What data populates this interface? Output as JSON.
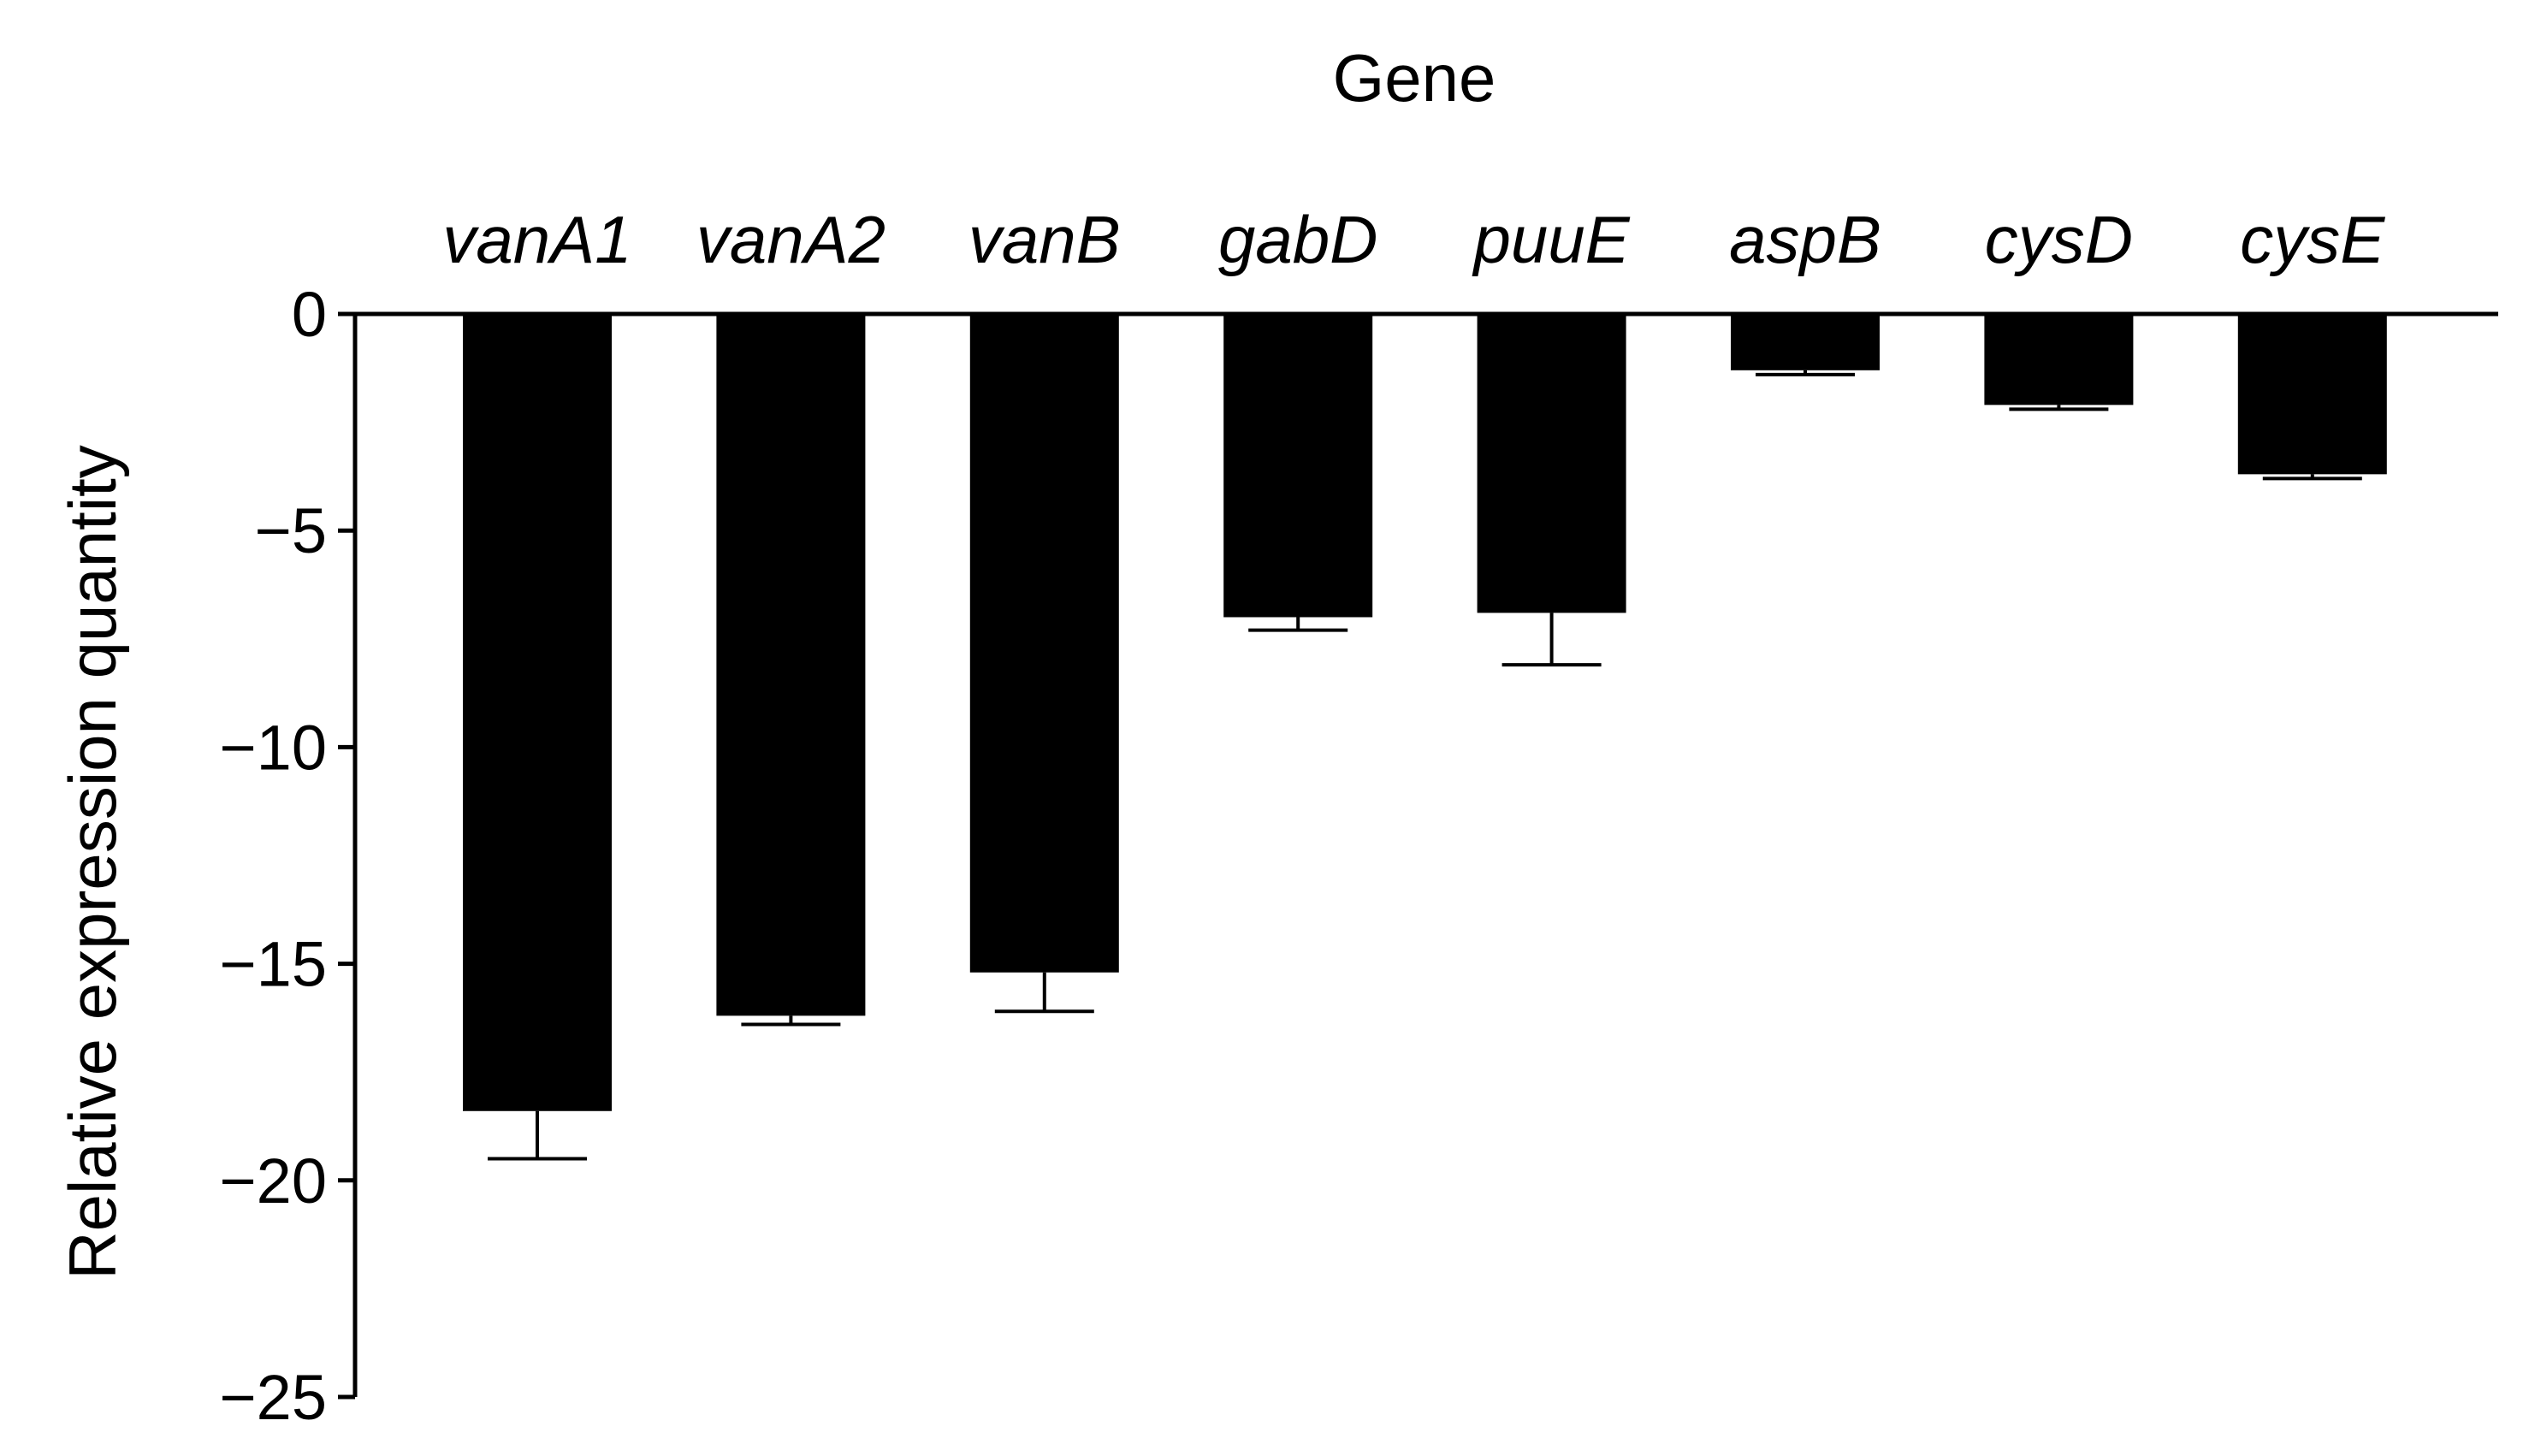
{
  "chart_data": {
    "type": "bar",
    "xlabel": "Gene",
    "ylabel": "Relative expression quantity",
    "categories": [
      "vanA1",
      "vanA2",
      "vanB",
      "gabD",
      "puuE",
      "aspB",
      "cysD",
      "cysE"
    ],
    "values": [
      -18.4,
      -16.2,
      -15.2,
      -7.0,
      -6.9,
      -1.3,
      -2.1,
      -3.7
    ],
    "error": [
      1.1,
      0.2,
      0.9,
      0.3,
      1.2,
      0.1,
      0.1,
      0.1
    ],
    "ylim": [
      -25,
      0
    ],
    "yticks": [
      0,
      -5,
      -10,
      -15,
      -20,
      -25
    ],
    "ytick_labels": [
      "0",
      "−5",
      "−10",
      "−15",
      "−20",
      "−25"
    ],
    "x_axis_position": "top",
    "grid": false,
    "colors": {
      "bar": "#000000",
      "axis": "#000000"
    }
  }
}
